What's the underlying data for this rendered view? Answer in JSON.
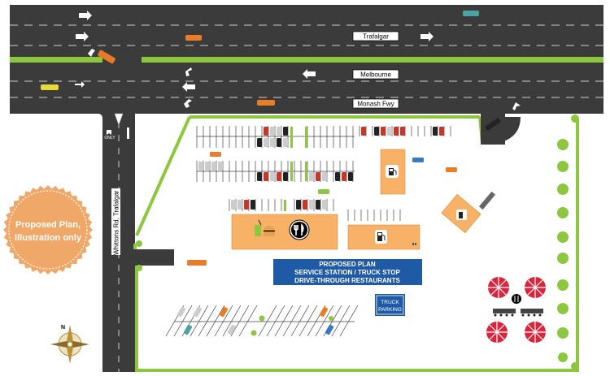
{
  "roads": {
    "sign_trafalgar": "Trafalgar",
    "sign_melbourne": "Melbourne",
    "sign_monash": "Monash Fwy",
    "side_road": "Whittons Rd, Trafalgar",
    "only_marking": "ONLY"
  },
  "plan_title": {
    "line1": "PROPOSED PLAN",
    "line2": "SERVICE STATION / TRUCK STOP",
    "line3": "DRIVE-THROUGH RESTAURANTS"
  },
  "truck_parking": {
    "line1": "TRUCK",
    "line2": "PARKING"
  },
  "badge": {
    "line1": "Proposed Plan,",
    "line2": "Illustration only"
  },
  "compass": {
    "north": "N"
  },
  "colors": {
    "road": "#3b3b3b",
    "grass": "#8dc63f",
    "building": "#f7b267",
    "plan_blue": "#1f5aa6",
    "badge": "#f0a868",
    "umbrella": "#d7263d"
  },
  "icons": [
    "fuel-pump-icon",
    "food-utensils-icon",
    "drink-burger-icon",
    "compass-icon",
    "umbrella-icon"
  ]
}
